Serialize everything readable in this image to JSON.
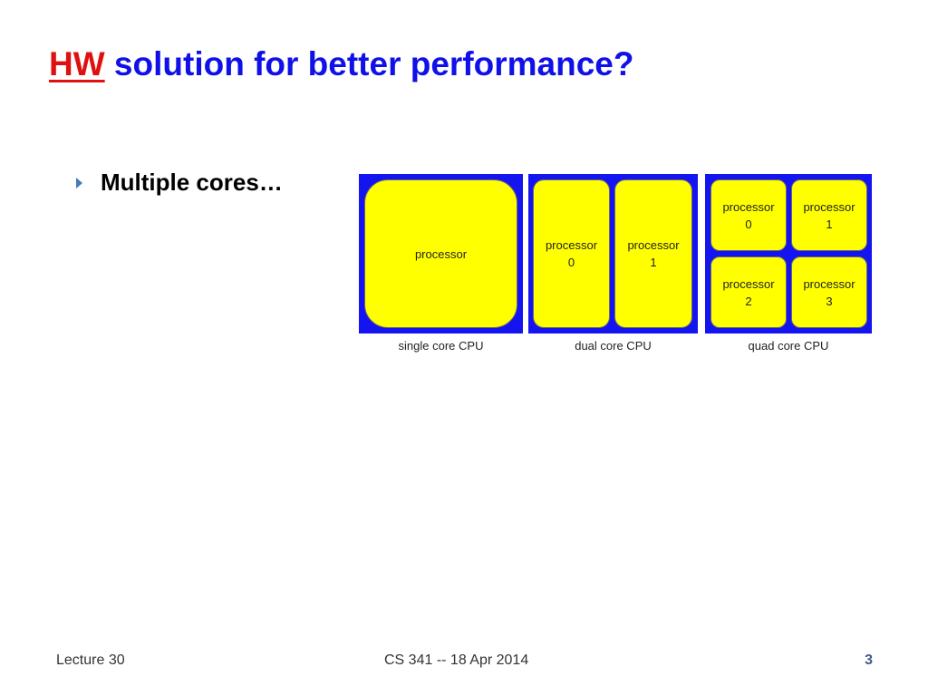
{
  "title": {
    "accent": "HW",
    "rest": " solution for better performance?"
  },
  "bullets": [
    {
      "text": "Multiple cores…"
    }
  ],
  "diagram": {
    "colors": {
      "die": "#1414f0",
      "core": "#ffff00"
    },
    "cpus": [
      {
        "caption": "single core CPU",
        "cores": [
          {
            "label": "processor",
            "index": ""
          }
        ]
      },
      {
        "caption": "dual core CPU",
        "cores": [
          {
            "label": "processor",
            "index": "0"
          },
          {
            "label": "processor",
            "index": "1"
          }
        ]
      },
      {
        "caption": "quad core CPU",
        "cores": [
          {
            "label": "processor",
            "index": "0"
          },
          {
            "label": "processor",
            "index": "1"
          },
          {
            "label": "processor",
            "index": "2"
          },
          {
            "label": "processor",
            "index": "3"
          }
        ]
      }
    ]
  },
  "footer": {
    "left": "Lecture 30",
    "center": "CS 341 -- 18 Apr 2014",
    "page": "3"
  },
  "colors": {
    "title": "#1010e8",
    "accent": "#e01010",
    "bullet_arrow": "#4a7ab6"
  }
}
